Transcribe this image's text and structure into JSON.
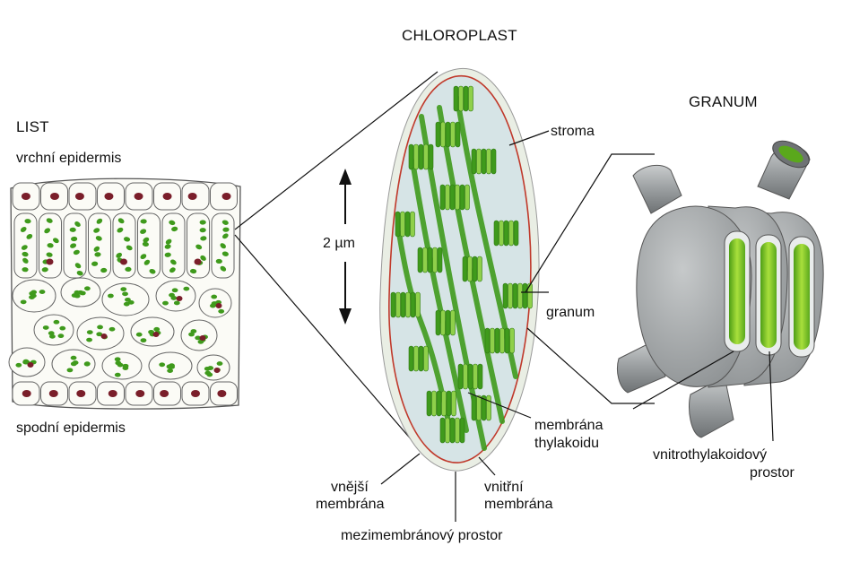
{
  "titles": {
    "leaf": "LIST",
    "chloroplast": "CHLOROPLAST",
    "granum": "GRANUM"
  },
  "leaf_labels": {
    "upper": "vrchní epidermis",
    "lower": "spodní epidermis"
  },
  "scale": {
    "text": "2 µm"
  },
  "chloroplast_labels": {
    "stroma": "stroma",
    "granum": "granum",
    "thylakoid_membrane_1": "membrána",
    "thylakoid_membrane_2": "thylakoidu",
    "outer_membrane_1": "vnější",
    "outer_membrane_2": "membrána",
    "inner_membrane_1": "vnitřní",
    "inner_membrane_2": "membrána",
    "intermembrane_space": "mezimembránový prostor"
  },
  "granum_labels": {
    "lumen_1": "vnitrothylakoidový",
    "lumen_2": "prostor"
  },
  "colors": {
    "chlorophyll_green": "#3f9a1c",
    "light_green": "#8fd04a",
    "stroma": "#d6e4e6",
    "inner_membrane": "#c0392b",
    "nucleus": "#7a1e2a",
    "granum_gray": "#a9adaf"
  }
}
